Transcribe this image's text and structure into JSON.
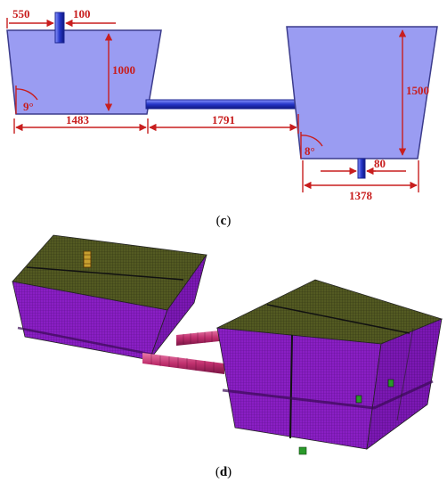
{
  "figure_c": {
    "caption": "c",
    "dimensions": {
      "inlet_offset": "550",
      "inlet_diameter": "100",
      "left_tank_height": "1000",
      "left_wall_angle": "9°",
      "left_tank_bottom_width": "1483",
      "pipe_length": "1791",
      "right_tank_height": "1500",
      "right_wall_angle": "8°",
      "outlet_diameter": "80",
      "right_tank_bottom_width": "1378"
    },
    "colors": {
      "tank_fill": "#9a9cf2",
      "tank_stroke": "#3c3c8c",
      "dimension": "#c81e1e",
      "pipe": "#2636c8"
    }
  },
  "figure_d": {
    "caption": "d",
    "colors": {
      "mesh_side": "#8a1fc4",
      "mesh_top": "#4f5420",
      "pipe": "#c0306e",
      "outlet": "#2a9a2a",
      "inlet": "#c8a030"
    }
  }
}
